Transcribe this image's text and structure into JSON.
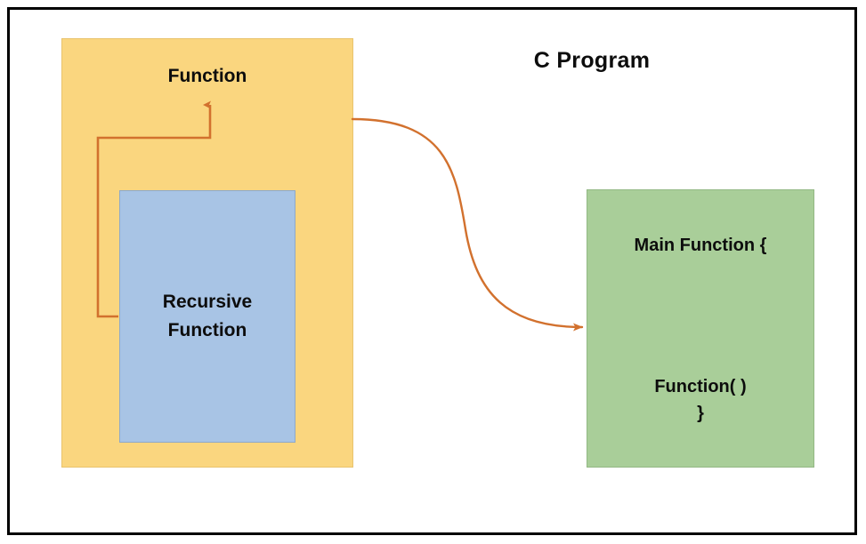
{
  "diagram": {
    "title": "C Program",
    "frame": {
      "border_color": "#000000"
    },
    "outer_box": {
      "label": "Function",
      "fill": "#FAD67F",
      "name": "function-scope-box"
    },
    "inner_box": {
      "label_line1": "Recursive",
      "label_line2": "Function",
      "fill": "#A8C4E5",
      "name": "recursive-function-box"
    },
    "program_box": {
      "label_line1": "Main Function {",
      "label_line2": "Function( )",
      "label_line3": "}",
      "fill": "#A9CE99",
      "name": "main-program-box"
    },
    "arrows": {
      "color": "#D2712E",
      "self_call": {
        "name": "recursion-loop-arrow",
        "description": "arrow from recursive function back up to Function"
      },
      "call_link": {
        "name": "function-call-arrow",
        "description": "curved arrow from Function block to Main Function"
      }
    }
  }
}
